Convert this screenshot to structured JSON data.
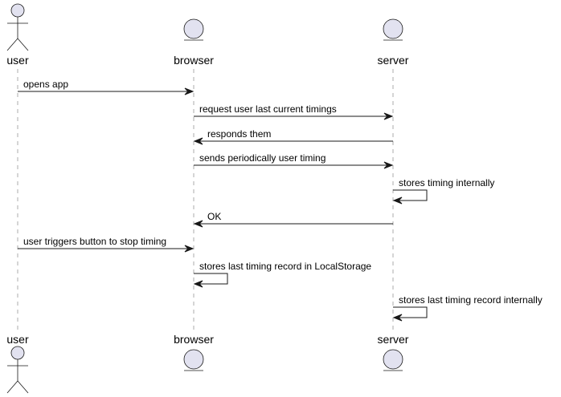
{
  "participants": [
    {
      "id": "user",
      "label": "user",
      "shape": "actor"
    },
    {
      "id": "browser",
      "label": "browser",
      "shape": "entity"
    },
    {
      "id": "server",
      "label": "server",
      "shape": "entity"
    }
  ],
  "messages": [
    {
      "from": "user",
      "to": "browser",
      "label": "opens app",
      "style": "solid"
    },
    {
      "from": "browser",
      "to": "server",
      "label": "request user last current timings",
      "style": "solid"
    },
    {
      "from": "server",
      "to": "browser",
      "label": "responds them",
      "style": "solid"
    },
    {
      "from": "browser",
      "to": "server",
      "label": "sends periodically user timing",
      "style": "solid"
    },
    {
      "from": "server",
      "to": "server",
      "label": "stores timing internally",
      "style": "solid"
    },
    {
      "from": "server",
      "to": "browser",
      "label": "OK",
      "style": "solid"
    },
    {
      "from": "user",
      "to": "browser",
      "label": "user triggers button to stop timing",
      "style": "solid"
    },
    {
      "from": "browser",
      "to": "browser",
      "label": "stores last timing record in LocalStorage",
      "style": "solid"
    },
    {
      "from": "server",
      "to": "server",
      "label": "stores last timing record internally",
      "style": "solid"
    }
  ],
  "colors": {
    "participant_fill": "#E2E2F0",
    "participant_stroke": "#181818",
    "lifeline": "#888888",
    "arrow": "#181818"
  }
}
